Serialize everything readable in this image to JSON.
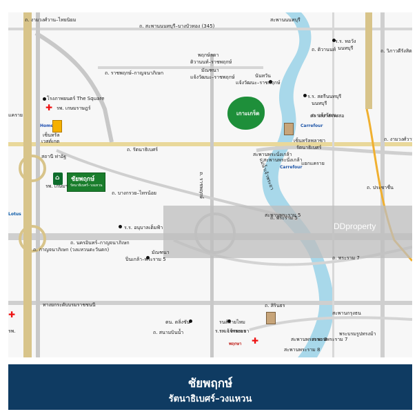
{
  "map": {
    "labels": [
      {
        "id": "road-sanambinnam",
        "text": "ถ. สะพานนนทบุรี–บางบัวทอง (345)"
      },
      {
        "id": "road-ngamwongwan-top",
        "text": "ถ. งามวงศ์วาน–ไทยนิยม"
      },
      {
        "id": "road-ratchaphruek",
        "text": "ถ. ราชพฤกษ์–กาญจนาภิเษก"
      },
      {
        "id": "road-rattanathibet",
        "text": "ถ. รัตนาธิเบศร์"
      },
      {
        "id": "road-bangkruai-sainoi",
        "text": "ถ. บางกรวย–ไทรน้อย"
      },
      {
        "id": "road-nakhon-in",
        "text": "ถ. นครอินทร์–กาญจนาภิเษก"
      },
      {
        "id": "road-rama5",
        "text": "ถ. พระราม 5"
      },
      {
        "id": "road-rama7",
        "text": "ถ. พระราม 7"
      },
      {
        "id": "road-ratchaphruek-vert",
        "text": "ถ. ราชพฤกษ์"
      },
      {
        "id": "road-kanchana",
        "text": "ถ. กาญจนาภิเษก (วงแหวนตะวันตก)"
      },
      {
        "id": "road-borommaratchachonnani",
        "text": "ทางยกระดับบรมราชชนนี"
      },
      {
        "id": "road-sirindhorn",
        "text": "ถ. สิรินธร"
      },
      {
        "id": "bridge-sanam-krung",
        "text": "สะพานกรุงธน"
      },
      {
        "id": "road-sukhumwit",
        "text": "สะพานพระราม 8"
      },
      {
        "id": "road-tiwanon",
        "text": "ถ. ติวานนท์"
      },
      {
        "id": "road-chaengwattana",
        "text": "ถ. แจ้งวัฒนะ"
      },
      {
        "id": "road-prachachuen",
        "text": "ถ. ประชาชื่น"
      },
      {
        "id": "road-phahonyothin",
        "text": "ถ. วิภาวดีรังสิต"
      },
      {
        "id": "road-ngamwongwan",
        "text": "ถ. งามวงศ์วาน"
      },
      {
        "id": "rama7-bridge",
        "text": "สะพานพระราม 7"
      },
      {
        "id": "bridge-rama5",
        "text": "สะพานพระราม 5"
      },
      {
        "id": "bridge-nonthaburi",
        "text": "สะพานนนทบุรี"
      },
      {
        "id": "bridge-sanam-ngam",
        "text": "สะพานพระนั่งเกล้า"
      },
      {
        "id": "bridge-rattanathibet",
        "text": "สะพานพระนั่งเกล้า"
      },
      {
        "id": "river",
        "text": "แม่น้ำเจ้าพระยา"
      },
      {
        "id": "phrasamut",
        "text": "พระบรมรูปทรงม้า"
      },
      {
        "id": "pruksa-lila",
        "text": "พฤกษ์ลดา"
      },
      {
        "id": "pruksa-lila2",
        "text": "ติวานนท์–ราชพฤกษ์"
      },
      {
        "id": "mantana1",
        "text": "มัณฑนา"
      },
      {
        "id": "mantana1b",
        "text": "แจ้งวัฒนะ–ราชพฤกษ์"
      },
      {
        "id": "nantawan",
        "text": "นันทวัน"
      },
      {
        "id": "nantawan2",
        "text": "แจ้งวัฒนะ–ราชพฤกษ์"
      },
      {
        "id": "rr-phrapinklao",
        "text": "ร.ร. หอวัง"
      },
      {
        "id": "rr-phrapinklao2",
        "text": "นนทบุรี"
      },
      {
        "id": "rr-satriwittaya",
        "text": "ร.ร. สตรีนนทบุรี"
      },
      {
        "id": "rr-satriwittaya2",
        "text": "นนทบุรี"
      },
      {
        "id": "market",
        "text": "ตลาดบางกระสอ"
      },
      {
        "id": "nonthaburi-central",
        "text": "เซ็นทรัลพลาซา"
      },
      {
        "id": "nonthaburi-central2",
        "text": "รัตนาธิเบศร์"
      },
      {
        "id": "yaek-khae",
        "text": "แยกแคราย"
      },
      {
        "id": "the-square",
        "text": "โรงภาพยนตร์ The Square"
      },
      {
        "id": "hospital-kasem",
        "text": "รพ. เกษมราษฎร์"
      },
      {
        "id": "dental-hospital",
        "text": "รพ. เกษมฯ"
      },
      {
        "id": "central-westgate",
        "text": "เซ็นทรัล"
      },
      {
        "id": "central-westgate2",
        "text": "เวสต์เกต"
      },
      {
        "id": "rr-anuban",
        "text": "ร.ร. อนุบาลเต็มฟ้า"
      },
      {
        "id": "mantana2",
        "text": "มัณฑนา"
      },
      {
        "id": "mantana2b",
        "text": "ปิ่นเกล้า–พระราม 5"
      },
      {
        "id": "rr-pak-kret",
        "text": "ร.ร. เจ้าพระยา"
      },
      {
        "id": "rnb-sailom",
        "text": "รนส์สายไหม"
      },
      {
        "id": "tonsai",
        "text": "ตน. ตลิ่งชัน"
      },
      {
        "id": "chao-phraya-hospital",
        "text": "รพ. เจ้าพระยา"
      },
      {
        "id": "rp-south",
        "text": "รพ."
      },
      {
        "id": "sanam-pao",
        "text": "ถ. สนามบินน้ำ"
      },
      {
        "id": "khae-rai-left",
        "text": "แคราย"
      },
      {
        "id": "pinklao-bridge",
        "text": "สะพานพระราม 8"
      },
      {
        "id": "carrefour1",
        "text": "Carrefour"
      },
      {
        "id": "carrefour2",
        "text": "Carrefour"
      },
      {
        "id": "tesco",
        "text": "Lotus"
      },
      {
        "id": "homepro",
        "text": "HomePro"
      },
      {
        "id": "pruksa-label",
        "text": "พฤกษา"
      },
      {
        "id": "bangyai",
        "text": "สถานี ท่าอิฐ"
      }
    ],
    "island_label": "เกาะเกร็ด",
    "project": {
      "name": "ชัยพฤกษ์",
      "sub": "รัตนาธิเบศร์–วงแหวน"
    },
    "watermark": "DDproperty",
    "colors": {
      "river": "#a8d8ea",
      "main_road": "#c8c8c8",
      "ring_road": "#d8c48a",
      "highway": "#f0c040",
      "project": "#1a7d2c",
      "footer": "#0f3b62"
    }
  },
  "footer": {
    "title": "ชัยพฤกษ์",
    "subtitle": "รัตนาธิเบศร์–วงแหวน"
  }
}
